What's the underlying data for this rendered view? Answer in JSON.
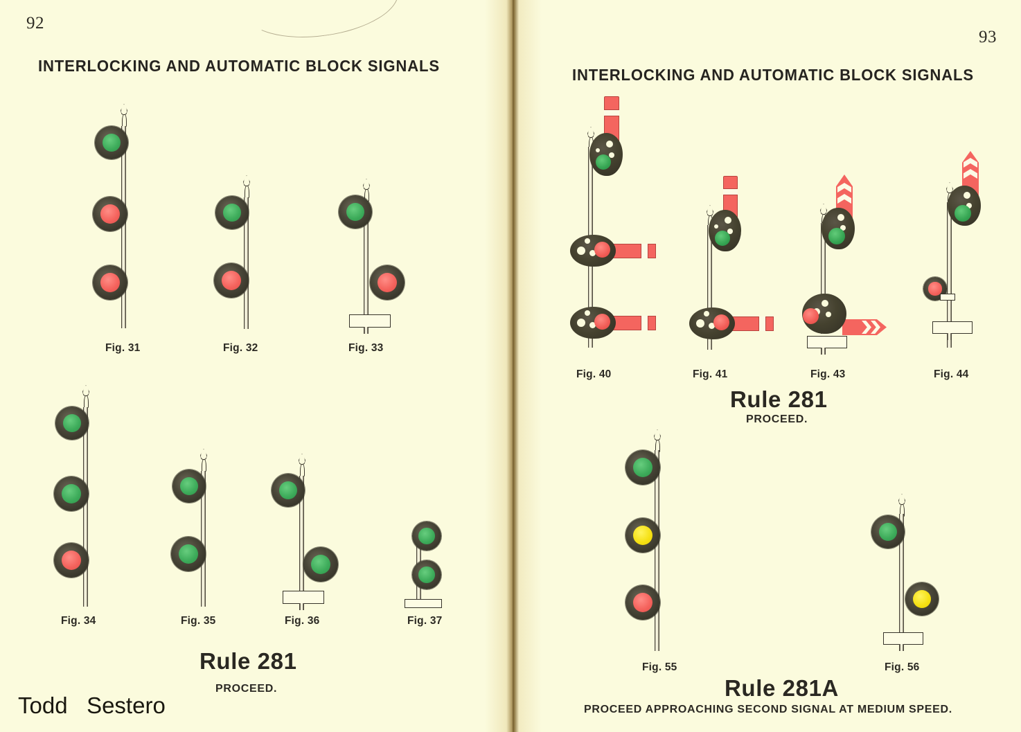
{
  "document": {
    "type": "railroad-rulebook-spread",
    "paper_color": "#fbfbdd",
    "signal_colors": {
      "green": "#3dab5a",
      "red": "#f4625c",
      "yellow": "#f5e013",
      "blade_red": "#f4655f",
      "hood_dark": "#3a382c"
    }
  },
  "watermark": {
    "text": "Todd   Sestero"
  },
  "left_page": {
    "folio": "92",
    "header": "INTERLOCKING AND AUTOMATIC BLOCK SIGNALS",
    "rule": {
      "number": "Rule 281",
      "indication": "PROCEED."
    },
    "figures": [
      {
        "caption": "Fig. 31",
        "kind": "color-light-mast",
        "lamps": [
          {
            "aspect": "green",
            "side": "left"
          },
          {
            "aspect": "red",
            "side": "left"
          },
          {
            "aspect": "red",
            "side": "left"
          }
        ]
      },
      {
        "caption": "Fig. 32",
        "kind": "color-light-mast",
        "lamps": [
          {
            "aspect": "green",
            "side": "left"
          },
          {
            "aspect": "red",
            "side": "left"
          }
        ]
      },
      {
        "caption": "Fig. 33",
        "kind": "color-light-mast-with-base",
        "lamps": [
          {
            "aspect": "green",
            "side": "left"
          },
          {
            "aspect": "red",
            "side": "right"
          }
        ]
      },
      {
        "caption": "Fig. 34",
        "kind": "color-light-mast",
        "lamps": [
          {
            "aspect": "green",
            "side": "left"
          },
          {
            "aspect": "green",
            "side": "left"
          },
          {
            "aspect": "red",
            "side": "left"
          }
        ]
      },
      {
        "caption": "Fig. 35",
        "kind": "color-light-mast",
        "lamps": [
          {
            "aspect": "green",
            "side": "left"
          },
          {
            "aspect": "green",
            "side": "left"
          }
        ]
      },
      {
        "caption": "Fig. 36",
        "kind": "color-light-mast-with-base",
        "lamps": [
          {
            "aspect": "green",
            "side": "left"
          },
          {
            "aspect": "green",
            "side": "right"
          }
        ]
      },
      {
        "caption": "Fig. 37",
        "kind": "dwarf-color-light-with-base",
        "lamps": [
          {
            "aspect": "green",
            "side": "center"
          },
          {
            "aspect": "green",
            "side": "center"
          }
        ]
      }
    ]
  },
  "right_page": {
    "folio": "93",
    "header": "INTERLOCKING AND AUTOMATIC BLOCK SIGNALS",
    "rules": [
      {
        "number": "Rule 281",
        "indication": "PROCEED."
      },
      {
        "number": "Rule 281A",
        "indication": "PROCEED APPROACHING SECOND SIGNAL AT MEDIUM SPEED."
      }
    ],
    "figures": [
      {
        "caption": "Fig. 40",
        "kind": "semaphore-three-arm",
        "arms": [
          {
            "position": "vertical",
            "blade": "square-end",
            "light": "green"
          },
          {
            "position": "horizontal",
            "blade": "square-end",
            "light": "red"
          },
          {
            "position": "horizontal",
            "blade": "square-end",
            "light": "red"
          }
        ]
      },
      {
        "caption": "Fig. 41",
        "kind": "semaphore-two-arm",
        "arms": [
          {
            "position": "vertical",
            "blade": "square-end",
            "light": "green"
          },
          {
            "position": "horizontal",
            "blade": "square-end",
            "light": "red"
          }
        ]
      },
      {
        "caption": "Fig. 43",
        "kind": "semaphore-two-arm-with-base",
        "arms": [
          {
            "position": "vertical",
            "blade": "pointed-end",
            "light": "green"
          },
          {
            "position": "horizontal",
            "blade": "pointed-end",
            "light": "red"
          }
        ]
      },
      {
        "caption": "Fig. 44",
        "kind": "semaphore-and-lamp-with-base",
        "arms": [
          {
            "position": "vertical",
            "blade": "pointed-end",
            "light": "green"
          }
        ],
        "lamps": [
          {
            "aspect": "red",
            "side": "left"
          }
        ]
      },
      {
        "caption": "Fig. 55",
        "kind": "color-light-mast",
        "lamps": [
          {
            "aspect": "green",
            "side": "left"
          },
          {
            "aspect": "yellow",
            "side": "left"
          },
          {
            "aspect": "red",
            "side": "left"
          }
        ]
      },
      {
        "caption": "Fig. 56",
        "kind": "color-light-mast-with-base",
        "lamps": [
          {
            "aspect": "green",
            "side": "left"
          },
          {
            "aspect": "yellow",
            "side": "right"
          }
        ]
      }
    ]
  }
}
